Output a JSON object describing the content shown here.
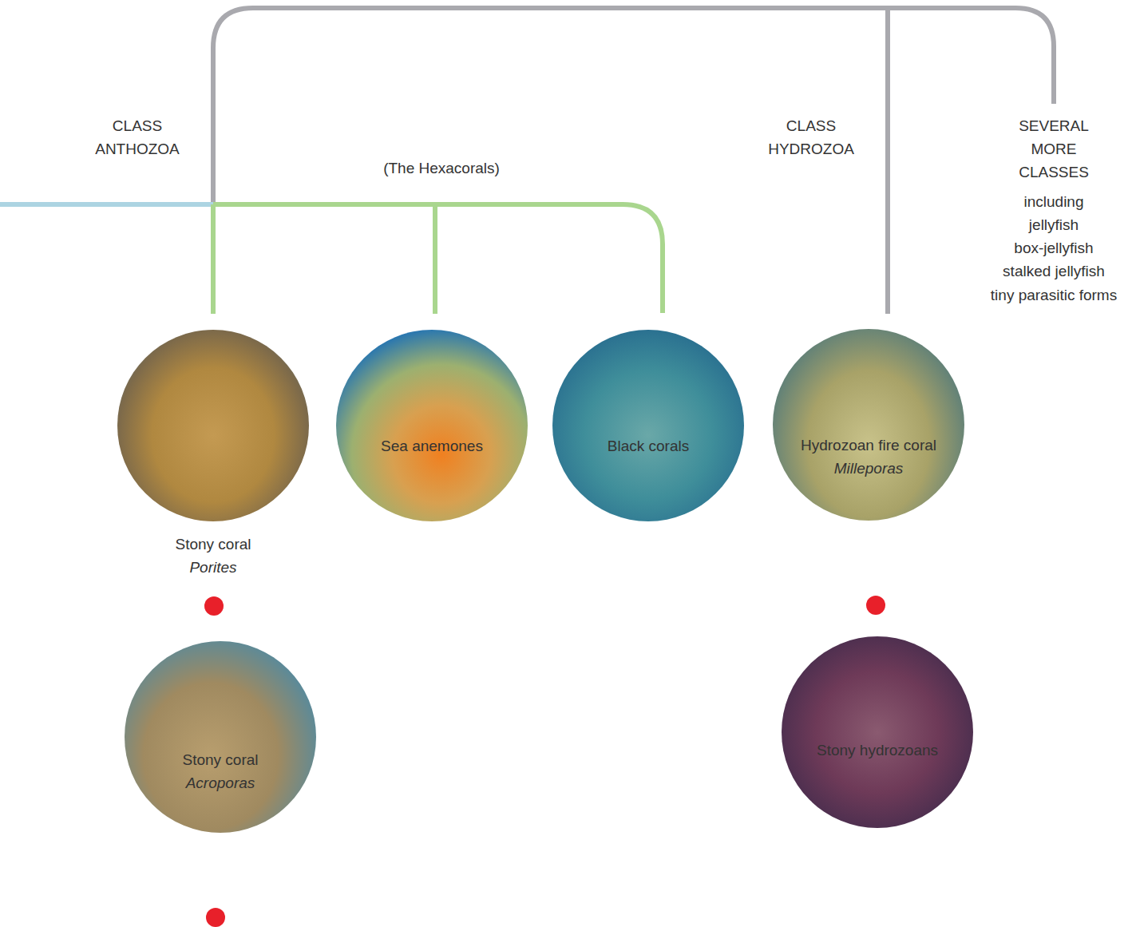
{
  "diagram": {
    "nodes": [
      {
        "text": [
          "Stony coral",
          "Porites"
        ]
      },
      {
        "text": [
          "Sea anemones"
        ]
      },
      {
        "text": [
          "Black corals"
        ]
      },
      {
        "text": [
          "Hydrozoan fire coral",
          "Milleporas"
        ]
      },
      {
        "text": [
          "Stony coral",
          "Acroporas"
        ]
      },
      {
        "text": [
          "Stony hydrozoans"
        ]
      }
    ],
    "labels": [
      "CLASS ANTHOZOA",
      "(The Hexacorals)",
      "CLASS HYDROZOA",
      "SEVERAL MORE CLASSES",
      "including",
      "jellyfish",
      "box-jellyfish",
      "stalked jellyfish",
      "tiny parasitic forms"
    ]
  }
}
